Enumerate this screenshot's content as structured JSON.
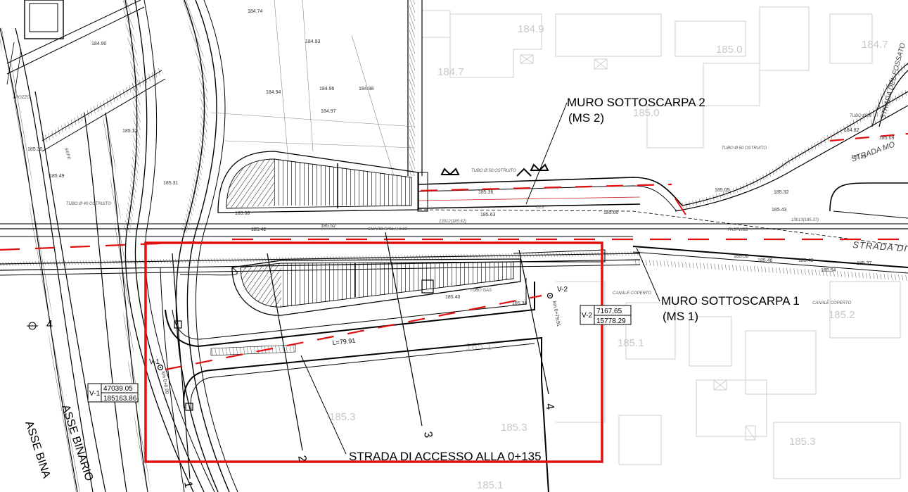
{
  "labels": {
    "ms2_line1": "MURO SOTTOSCARPA 2",
    "ms2_line2": "(MS 2)",
    "ms1_line1": "MURO SOTTOSCARPA 1",
    "ms1_line2": "(MS 1)",
    "access_road": "STRADA DI ACCESSO ALLA 0+135",
    "length": "L=79.91",
    "strada_di": "STRADA  DI",
    "strada_mo": "STRADA  MO",
    "strada_del_fossato": "STRADA DEL FOSSATO",
    "asse_binario": "ASSE BINARIO",
    "asse_bina": "ASSE BINA"
  },
  "sections": [
    "1",
    "2",
    "3",
    "4"
  ],
  "section_four_left": "4",
  "points": {
    "v1": {
      "name": "V-1",
      "x": "47039.05",
      "y": "185163.86",
      "km": "km 0+0.00"
    },
    "v2": {
      "name": "V-2",
      "x": "7167.65",
      "y": "15778.29",
      "km": "km 0+79.91"
    }
  },
  "elevations_grey": [
    "184.9",
    "185.0",
    "184.7",
    "184.7",
    "185.0",
    "185.1",
    "185.1",
    "185.2",
    "185.3",
    "185.3",
    "185.3",
    "185.1"
  ],
  "elevations_small": [
    "184.74",
    "184.90",
    "184.93",
    "184.94",
    "184.96",
    "184.98",
    "184.97",
    "185.12",
    "185.30",
    "185.49",
    "185.31",
    "185.08",
    "185.42",
    "185.52",
    "185.63",
    "185.60",
    "185.36",
    "185.43",
    "185.32",
    "185.37",
    "185.48",
    "185.50",
    "185.46",
    "185.54",
    "185.40",
    "185.38",
    "184.82",
    "185.09",
    "185.05",
    "185.20"
  ],
  "annotations": {
    "benchmark_1": "13012(185.62)",
    "benchmark_2": "13013(185.37)",
    "tubo_50_1": "TUBO Ø 50 OSTRUITO",
    "tubo_50_2": "TUBO Ø 50 OSTRUITO",
    "tubo_50_3": "TUBO Ø 50",
    "tubo_40": "TUBO Ø 40 OSTRUITO",
    "tubo_gas": "TUBO GAS",
    "canale_coperto_1": "CANALE COPERTO",
    "canale_coperto_2": "CANALE COPERTO",
    "cls": "CLS",
    "fastweb": "FASTWEB",
    "guard_rail": "GUARD RAIL H 0.60",
    "siepe": "SIEPE",
    "pozzo": "POZZO"
  },
  "colors": {
    "frame": "#e01010",
    "axis_dash": "#e01010",
    "ink": "#000000",
    "faint": "#c8c8c8",
    "mid": "#888888"
  }
}
